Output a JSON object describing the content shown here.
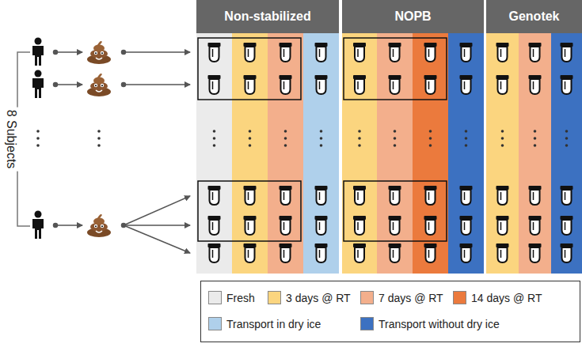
{
  "diagram": {
    "nodes": [
      {
        "text": [
          "Non-stabilized"
        ]
      },
      {
        "text": [
          "NOPB"
        ]
      },
      {
        "text": [
          "Genotek"
        ]
      }
    ],
    "labels": [
      "8 Subjects"
    ],
    "legend": [
      {
        "text": "Fresh",
        "color": "#ebebeb"
      },
      {
        "text": "3 days @ RT",
        "color": "#fbd57f"
      },
      {
        "text": "7 days @ RT",
        "color": "#f3af8c"
      },
      {
        "text": "14 days @ RT",
        "color": "#eb7a3d"
      },
      {
        "text": "Transport in dry ice",
        "color": "#afd0eb"
      },
      {
        "text": "Transport without dry ice",
        "color": "#3c71c1"
      }
    ]
  }
}
